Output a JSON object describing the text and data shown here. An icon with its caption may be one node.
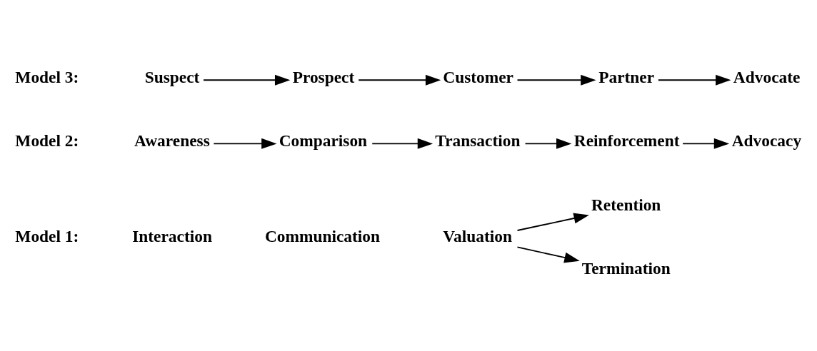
{
  "diagram": {
    "nodes": [
      {
        "text": [
          "Interaction"
        ]
      },
      {
        "text": [
          "Communication"
        ]
      },
      {
        "text": [
          "Valuation"
        ]
      },
      {
        "text": [
          "Retention"
        ]
      },
      {
        "text": [
          "Termination"
        ]
      },
      {
        "text": [
          "Awareness"
        ]
      },
      {
        "text": [
          "Comparison"
        ]
      },
      {
        "text": [
          "Transaction"
        ]
      },
      {
        "text": [
          "Reinforcement"
        ]
      },
      {
        "text": [
          "Advocacy"
        ]
      },
      {
        "text": [
          "Suspect"
        ]
      },
      {
        "text": [
          "Prospect"
        ]
      },
      {
        "text": [
          "Customer"
        ]
      },
      {
        "text": [
          "Partner"
        ]
      },
      {
        "text": [
          "Advocate"
        ]
      }
    ],
    "edges": [
      {
        "from": 2,
        "to": 3,
        "arrow": "to"
      },
      {
        "from": 2,
        "to": 4,
        "arrow": "to"
      },
      {
        "from": 5,
        "to": 6,
        "arrow": "to"
      },
      {
        "from": 6,
        "to": 7,
        "arrow": "to"
      },
      {
        "from": 7,
        "to": 8,
        "arrow": "to"
      },
      {
        "from": 8,
        "to": 9,
        "arrow": "to"
      },
      {
        "from": 10,
        "to": 11,
        "arrow": "to"
      },
      {
        "from": 11,
        "to": 12,
        "arrow": "to"
      },
      {
        "from": 12,
        "to": 13,
        "arrow": "to"
      },
      {
        "from": 13,
        "to": 14,
        "arrow": "to"
      }
    ],
    "labels": [
      "Model 1:",
      "Model 2:",
      "Model 3:"
    ]
  }
}
